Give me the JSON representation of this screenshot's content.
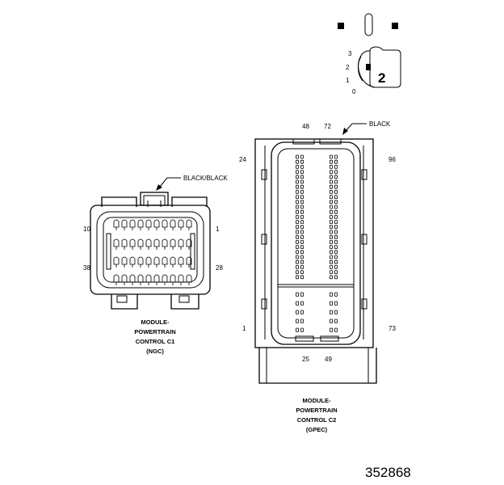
{
  "key_symbol": {
    "scale_labels": [
      "3",
      "2",
      "1",
      "0"
    ],
    "number": "2"
  },
  "connector_c1": {
    "color_label": "BLACK/BLACK",
    "pin_labels": {
      "top_left": "10",
      "top_right": "1",
      "bottom_left": "38",
      "bottom_right": "28"
    },
    "caption_lines": [
      "MODULE-",
      "POWERTRAIN",
      "CONTROL C1",
      "(NGC)"
    ]
  },
  "connector_c2": {
    "color_label": "BLACK",
    "pin_labels": {
      "top_48": "48",
      "top_72": "72",
      "left_24": "24",
      "right_96": "96",
      "left_1": "1",
      "right_73": "73",
      "bottom_25": "25",
      "bottom_49": "49"
    },
    "caption_lines": [
      "MODULE-",
      "POWERTRAIN",
      "CONTROL C2",
      "(GPEC)"
    ]
  },
  "figure_number": "352868"
}
